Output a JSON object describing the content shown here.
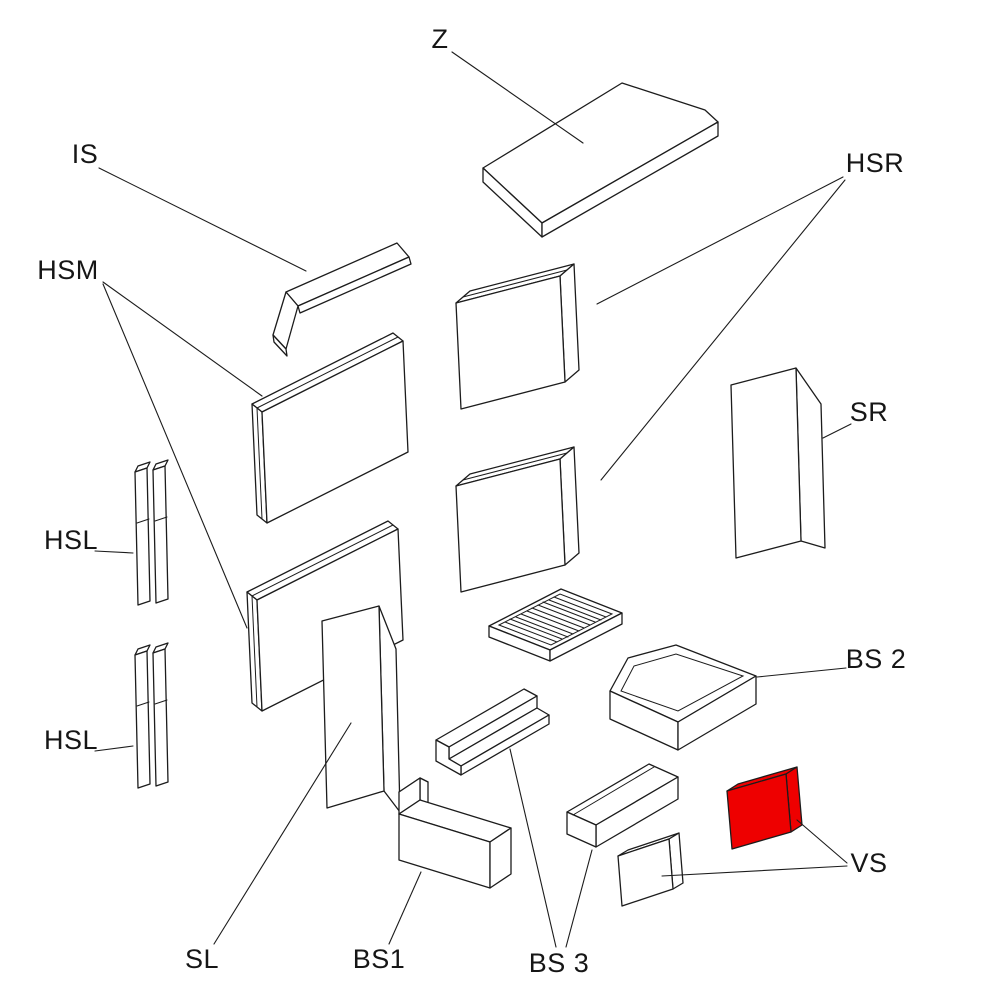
{
  "diagram": {
    "background_color": "#ffffff",
    "line_color": "#1c1c1c",
    "highlight_color": "#ee0000",
    "highlighted_part": "VS",
    "labels": {
      "z": "Z",
      "is": "IS",
      "hsr": "HSR",
      "hsm": "HSM",
      "sr": "SR",
      "hsl_upper": "HSL",
      "hsl_lower": "HSL",
      "bs2": "BS 2",
      "vs": "VS",
      "sl": "SL",
      "bs1": "BS1",
      "bs3": "BS 3"
    }
  }
}
